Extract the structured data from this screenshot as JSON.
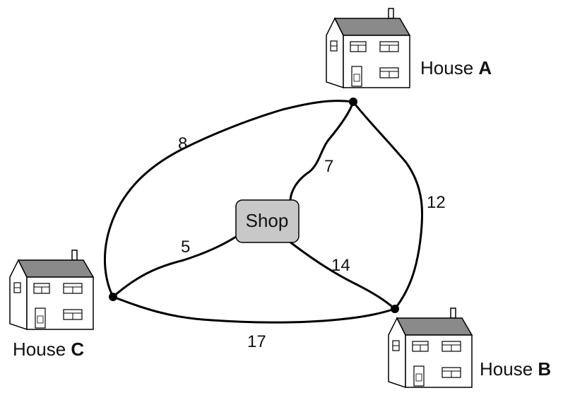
{
  "diagram": {
    "shop_label": "Shop",
    "houses": [
      {
        "id": "A",
        "prefix": "House ",
        "letter": "A"
      },
      {
        "id": "B",
        "prefix": "House ",
        "letter": "B"
      },
      {
        "id": "C",
        "prefix": "House ",
        "letter": "C"
      }
    ],
    "edges": [
      {
        "from": "C",
        "to": "A",
        "weight": "8"
      },
      {
        "from": "Shop",
        "to": "A",
        "weight": "7"
      },
      {
        "from": "A",
        "to": "B",
        "weight": "12"
      },
      {
        "from": "Shop",
        "to": "C",
        "weight": "5"
      },
      {
        "from": "Shop",
        "to": "B",
        "weight": "14"
      },
      {
        "from": "C",
        "to": "B",
        "weight": "17"
      }
    ]
  },
  "colors": {
    "roof": "#8a8a8a",
    "wall": "#ffffff",
    "shop_fill": "#c8c8c8",
    "line": "#000000"
  }
}
